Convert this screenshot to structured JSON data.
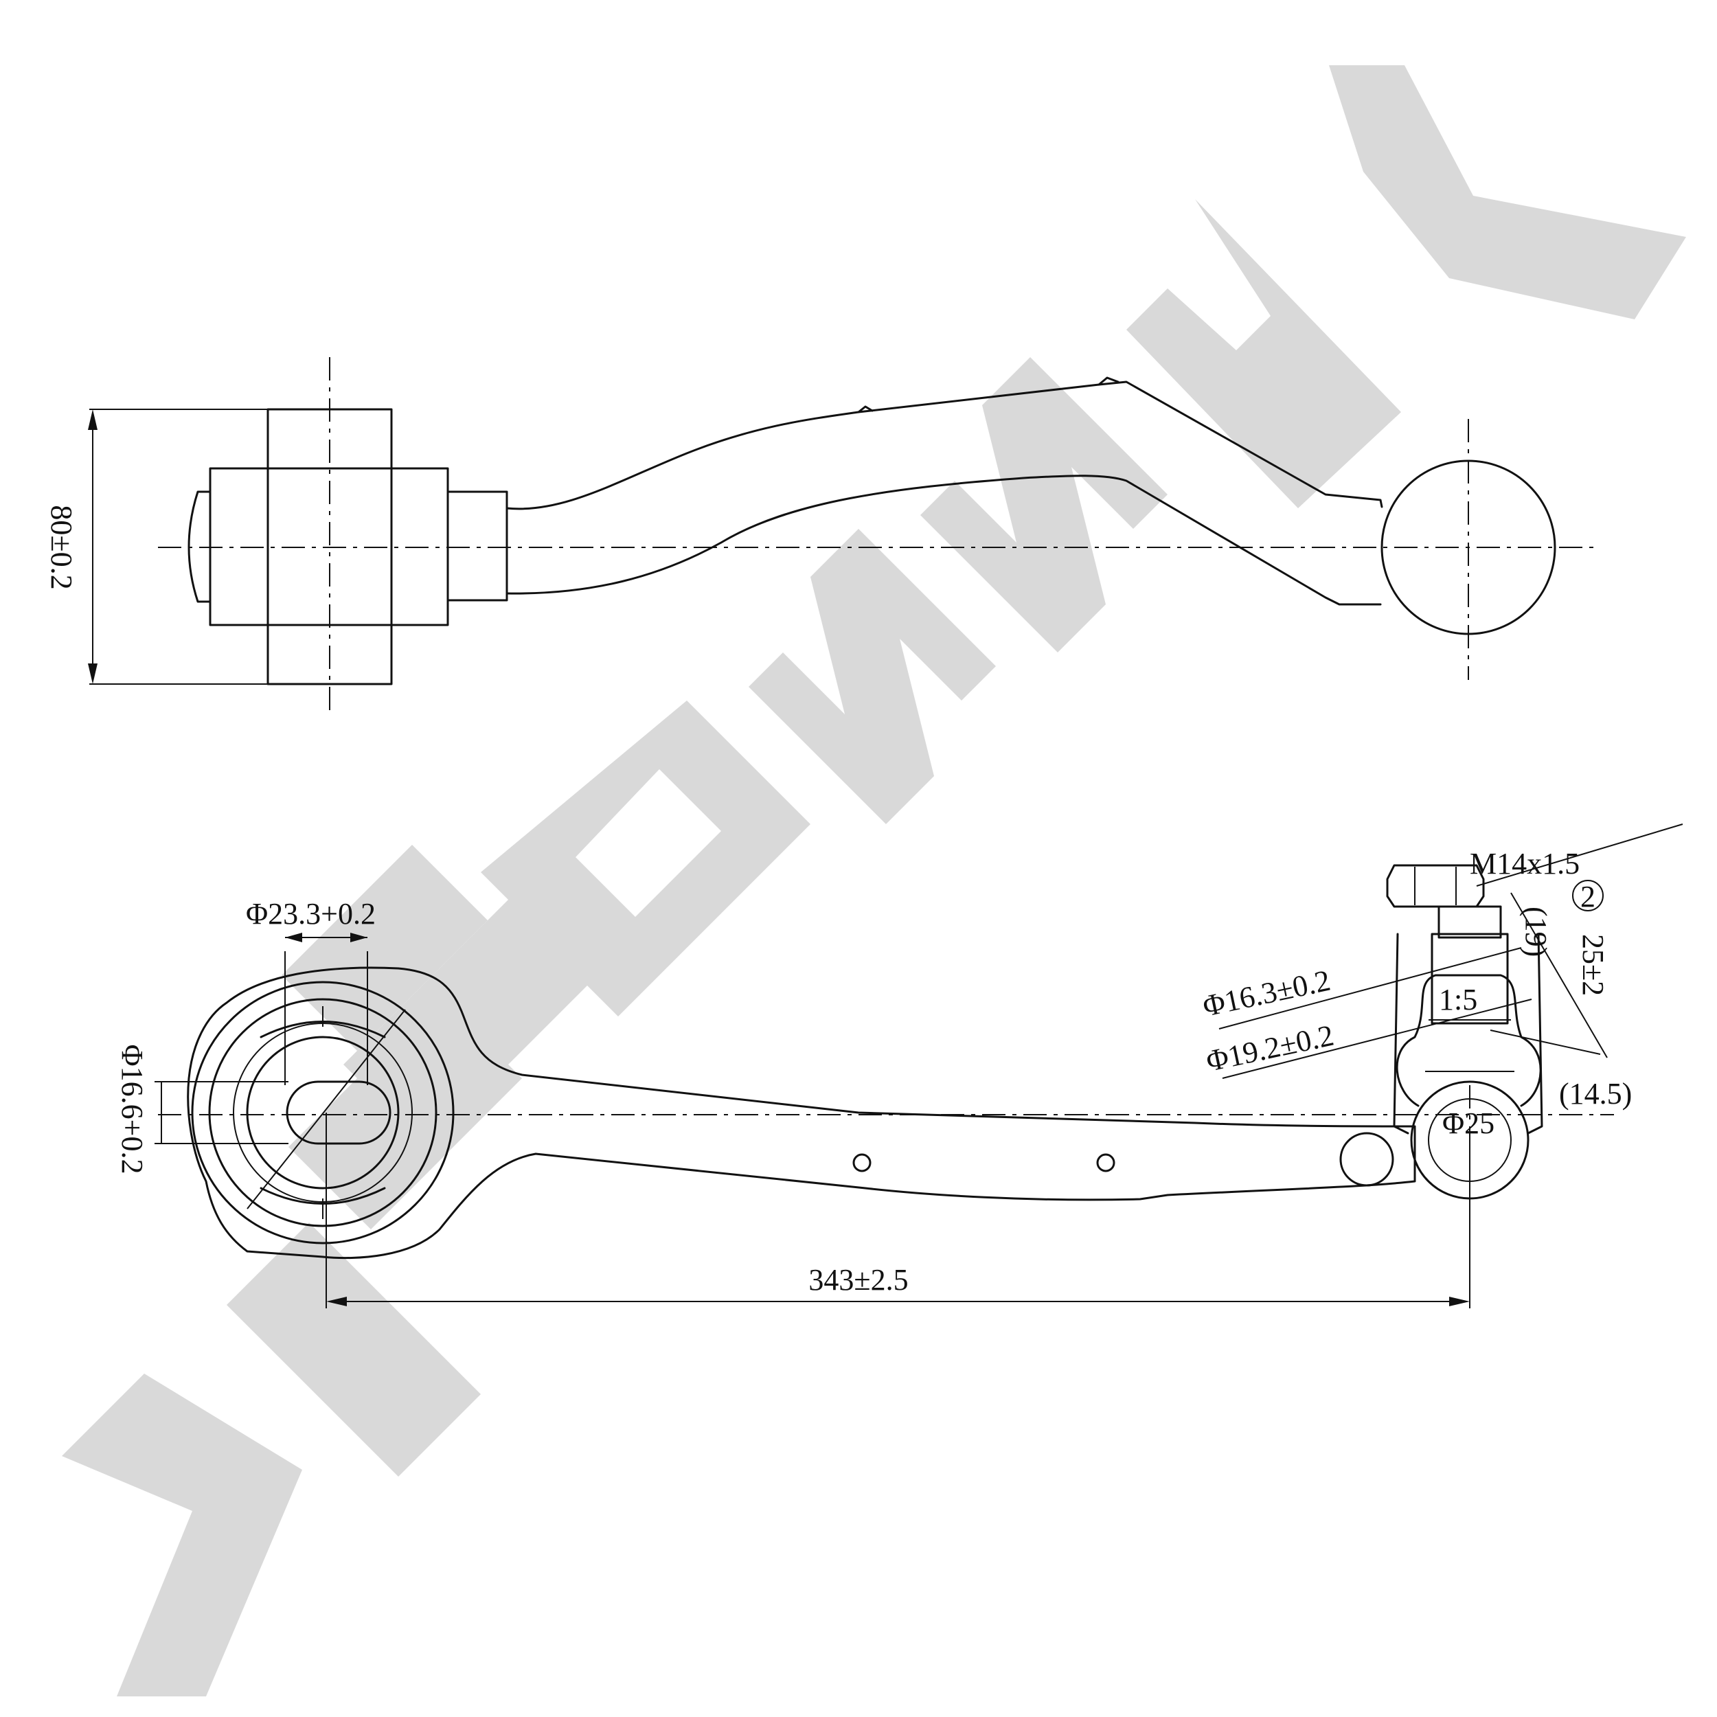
{
  "watermark": {
    "text": "ZENNMEK",
    "color": "#d9d9d9"
  },
  "top_view": {
    "dim_height": "80±0.2"
  },
  "bottom_view": {
    "dim_bore_width": "Φ23.3+0.2",
    "dim_inner_bore": "Φ16.6+0.2",
    "dim_center_distance": "343±2.5",
    "dim_thread": "M14x1.5",
    "dim_stud_length": "(19)",
    "note_marker": "2",
    "dim_taper_small": "Φ16.3±0.2",
    "dim_taper_large": "Φ19.2±0.2",
    "dim_taper_height": "1:5",
    "dim_ball_height": "25±2",
    "dim_offset": "(14.5)",
    "dim_ball_diameter": "Φ25"
  }
}
